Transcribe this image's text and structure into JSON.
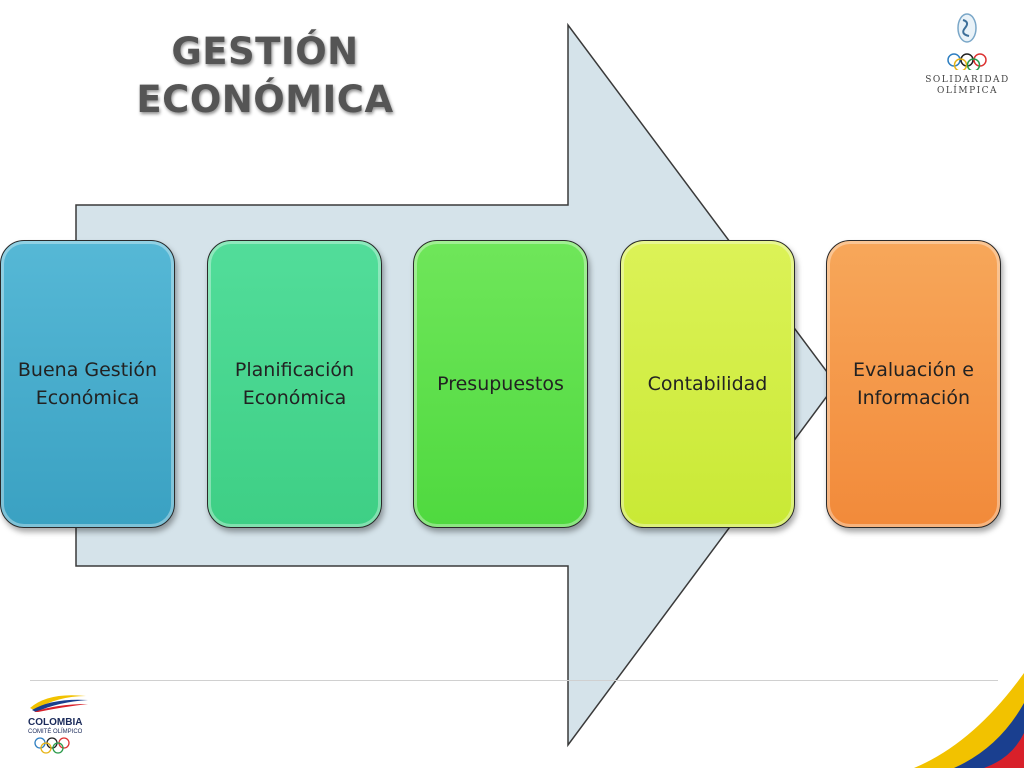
{
  "title": {
    "line1": "GESTIÓN",
    "line2": "ECONÓMICA"
  },
  "steps": [
    {
      "label": "Buena Gestión Económica",
      "color": "#46addc"
    },
    {
      "label": "Planificación Económica",
      "color": "#48d58f"
    },
    {
      "label": "Presupuestos",
      "color": "#5fe04a"
    },
    {
      "label": "Contabilidad",
      "color": "#d3ee43"
    },
    {
      "label": "Evaluación e Información",
      "color": "#f59a4a"
    }
  ],
  "logos": {
    "top_right": {
      "line1": "SOLIDARIDAD",
      "line2": "OLÍMPICA"
    },
    "bottom_left": {
      "country": "COLOMBIA",
      "subtitle": "COMITÉ OLÍMPICO"
    }
  },
  "colors": {
    "arrow_fill": "#d5e3ea",
    "arrow_stroke": "#3a3a3a",
    "title_text": "#555555"
  }
}
